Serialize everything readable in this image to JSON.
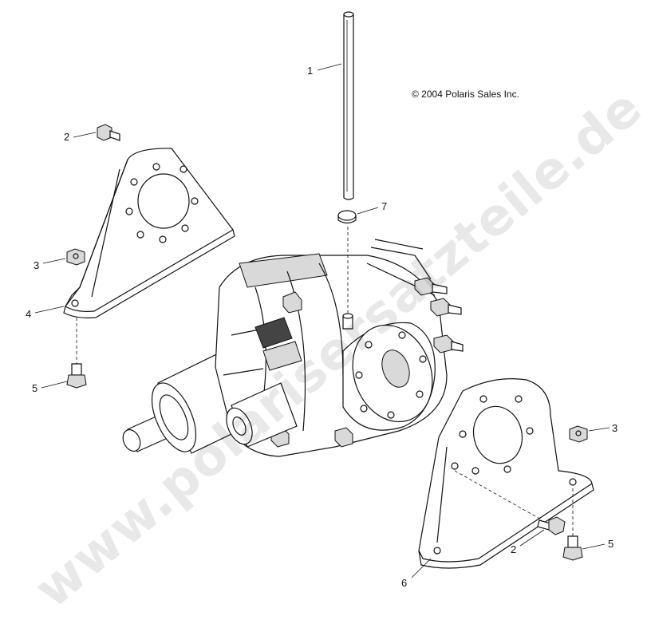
{
  "copyright": "© 2004 Polaris Sales Inc.",
  "watermark": "www.polarisersatzteile.de",
  "callouts": [
    {
      "id": "c1",
      "label": "1"
    },
    {
      "id": "c2a",
      "label": "2"
    },
    {
      "id": "c3a",
      "label": "3"
    },
    {
      "id": "c4",
      "label": "4"
    },
    {
      "id": "c5a",
      "label": "5"
    },
    {
      "id": "c7",
      "label": "7"
    },
    {
      "id": "c3b",
      "label": "3"
    },
    {
      "id": "c2b",
      "label": "2"
    },
    {
      "id": "c5b",
      "label": "5"
    },
    {
      "id": "c6",
      "label": "6"
    }
  ]
}
